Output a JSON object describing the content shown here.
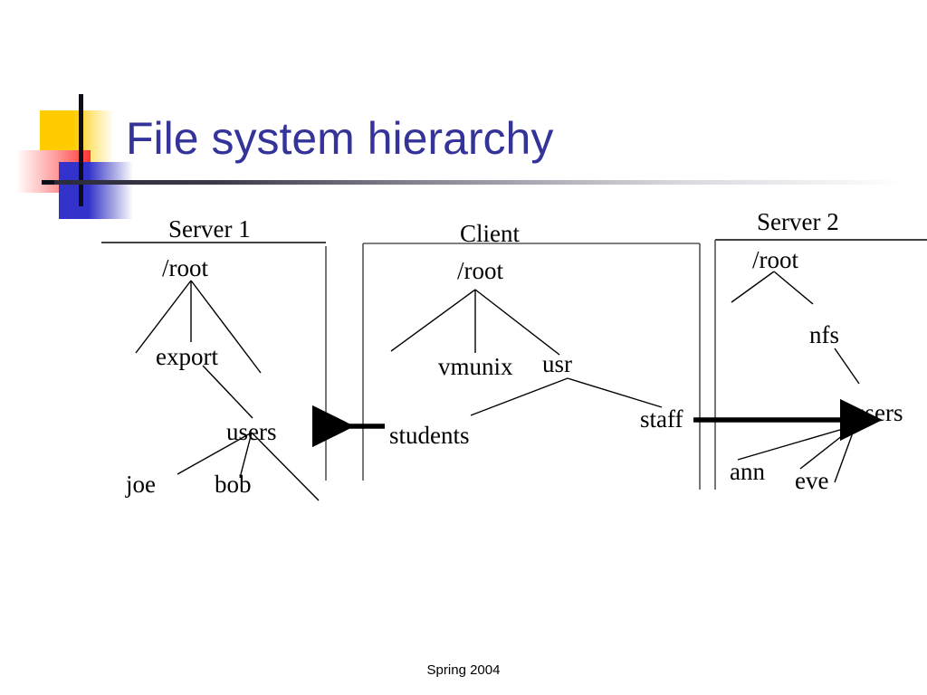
{
  "slide": {
    "title": "File system hierarchy",
    "footer": "Spring 2004",
    "title_color": "#333399",
    "line_color": "#000000"
  },
  "panels": [
    {
      "id": "server1",
      "label": "Server 1"
    },
    {
      "id": "client",
      "label": "Client"
    },
    {
      "id": "server2",
      "label": "Server 2"
    }
  ],
  "server1": {
    "label": "Server 1",
    "nodes": {
      "root": "/root",
      "export": "export",
      "users": "users",
      "joe": "joe",
      "bob": "bob"
    }
  },
  "client": {
    "label": "Client",
    "nodes": {
      "root": "/root",
      "vmunix": "vmunix",
      "usr": "usr",
      "students": "students",
      "staff": "staff"
    }
  },
  "server2": {
    "label": "Server 2",
    "nodes": {
      "root": "/root",
      "nfs": "nfs",
      "users": "users",
      "ann": "ann",
      "eve": "eve"
    }
  },
  "arrows": [
    {
      "id": "students-to-users",
      "direction": "left",
      "from": "students",
      "to": "server1-users"
    },
    {
      "id": "staff-to-users",
      "direction": "right",
      "from": "staff",
      "to": "server2-users"
    }
  ]
}
